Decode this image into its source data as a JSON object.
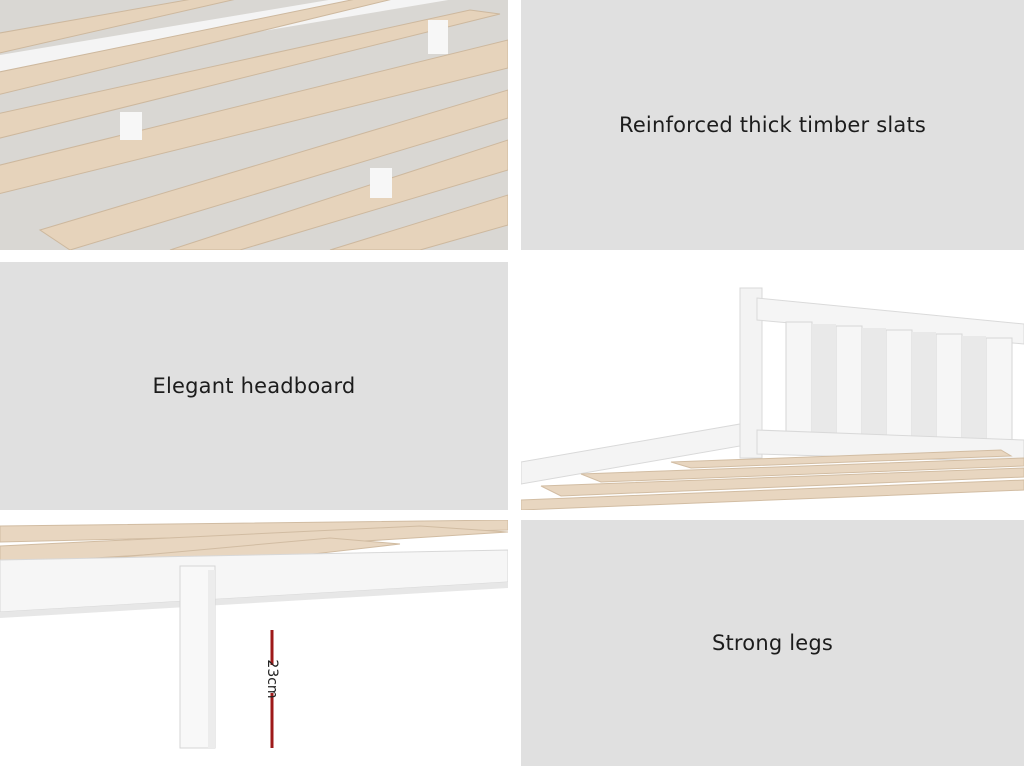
{
  "panels": {
    "slats": {
      "caption": "Reinforced thick timber slats"
    },
    "headboard": {
      "caption": "Elegant headboard"
    },
    "legs": {
      "caption": "Strong legs",
      "height_label": "23cm"
    }
  },
  "colors": {
    "panel_grey": "#e0e0e0",
    "timber": "#e8d6c0",
    "frame_white": "#f7f7f7",
    "dimension_red": "#9e1a1a"
  }
}
